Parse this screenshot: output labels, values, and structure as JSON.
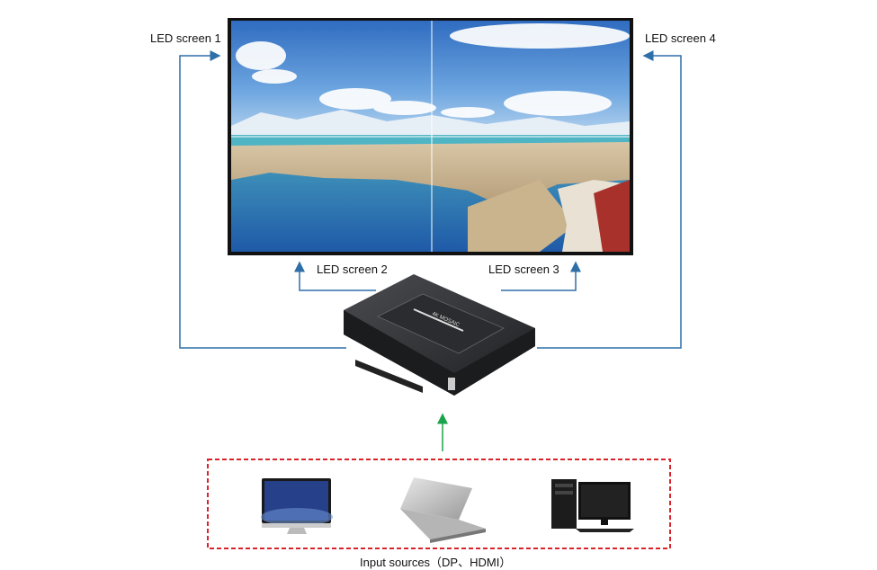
{
  "labels": {
    "screen1": "LED screen 1",
    "screen2": "LED screen 2",
    "screen3": "LED screen 3",
    "screen4": "LED screen 4",
    "inputs": "Input sources（DP、HDMI）"
  },
  "device": {
    "brand_text": "4K MOSAIC"
  },
  "inputs": [
    {
      "name": "desktop-monitor-icon"
    },
    {
      "name": "laptop-icon"
    },
    {
      "name": "pc-tower-icon"
    }
  ],
  "colors": {
    "connector": "#2f6fa8",
    "input_arrow": "#1aa34a",
    "input_box": "#d9242b"
  }
}
